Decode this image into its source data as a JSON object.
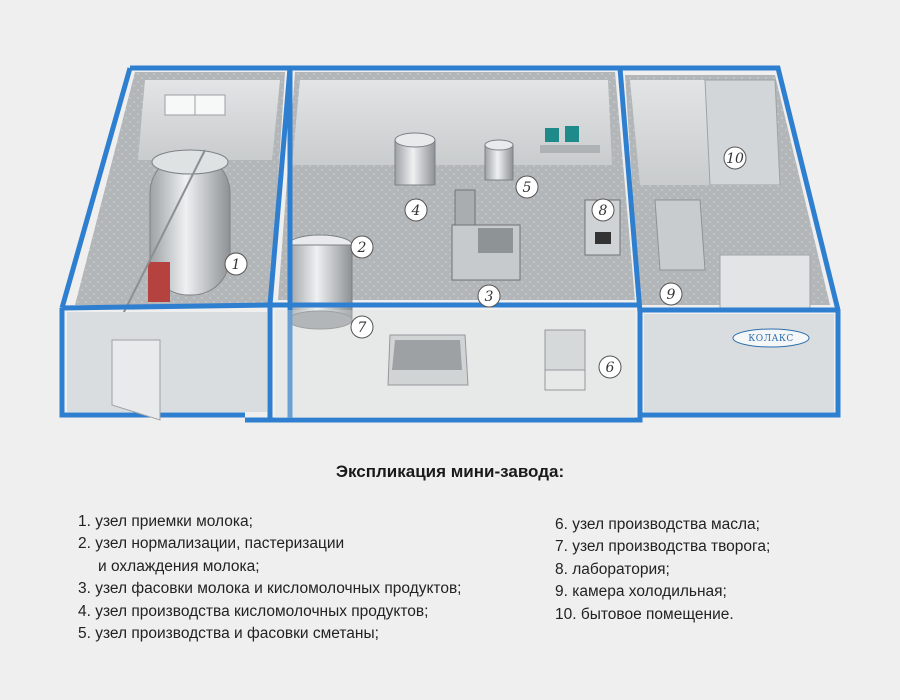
{
  "title": "Экспликация мини-завода:",
  "logo_text": "КОЛАКС",
  "markers": [
    "1",
    "2",
    "3",
    "4",
    "5",
    "6",
    "7",
    "8",
    "9",
    "10"
  ],
  "legend_left": [
    {
      "line1": "1. узел приемки молока;"
    },
    {
      "line1": "2. узел нормализации, пастеризации",
      "line2": "и охлаждения молока;"
    },
    {
      "line1": "3. узел фасовки молока и кисломолочных продуктов;"
    },
    {
      "line1": "4. узел производства кисломолочных продуктов;"
    },
    {
      "line1": "5. узел производства и фасовки сметаны;"
    }
  ],
  "legend_right": [
    {
      "line1": "6. узел производства масла;"
    },
    {
      "line1": "7. узел производства творога;"
    },
    {
      "line1": "8. лаборатория;"
    },
    {
      "line1": "9. камера холодильная;"
    },
    {
      "line1": "10. бытовое помещение."
    }
  ],
  "colors": {
    "frame": "#2f7fd0",
    "frame_dark": "#1f5fa8",
    "wall": "#d9dcde",
    "floor": "#b9bcbe",
    "steel": "#c8cbcd"
  }
}
